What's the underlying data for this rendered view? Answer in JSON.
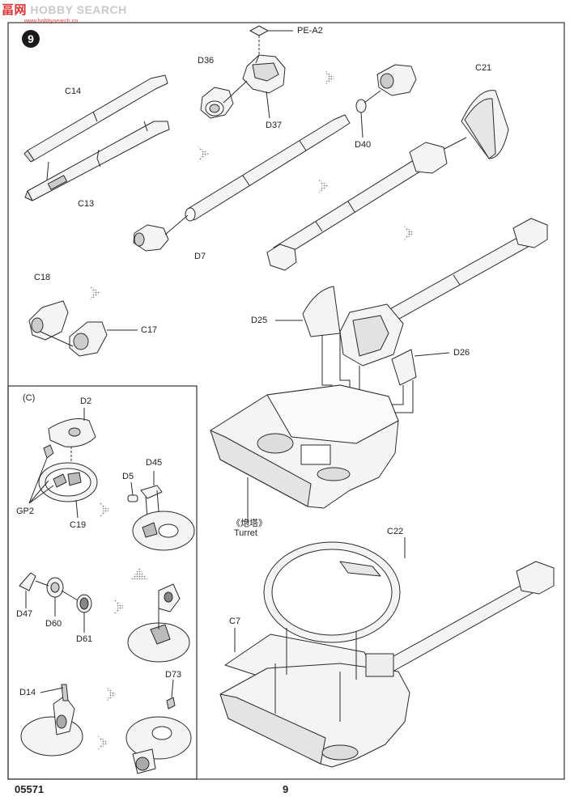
{
  "watermark": {
    "brand_cn": "畐",
    "brand_cn2": "网",
    "brand_en": "HOBBY SEARCH",
    "site": "www.hobbysearch.cn"
  },
  "step_number": "9",
  "parts": {
    "pe_a2": "PE-A2",
    "d36": "D36",
    "d37": "D37",
    "c14": "C14",
    "c13": "C13",
    "d40": "D40",
    "c21": "C21",
    "d7": "D7",
    "c18": "C18",
    "c17": "C17",
    "d25": "D25",
    "d26": "D26",
    "c22": "C22",
    "c7": "C7",
    "d2": "D2",
    "gp2": "GP2",
    "c19": "C19",
    "d5": "D5",
    "d45": "D45",
    "d47": "D47",
    "d60": "D60",
    "d61": "D61",
    "d14": "D14",
    "d73": "D73"
  },
  "inset_label": "(C)",
  "turret_cn": "《炮塔》",
  "turret_en": "Turret",
  "footer": {
    "kit_number": "05571",
    "page_number": "9"
  },
  "colors": {
    "line": "#2a2a2a",
    "fill": "#f4f4f4",
    "shade": "#bdbdbd",
    "dark": "#555555"
  }
}
